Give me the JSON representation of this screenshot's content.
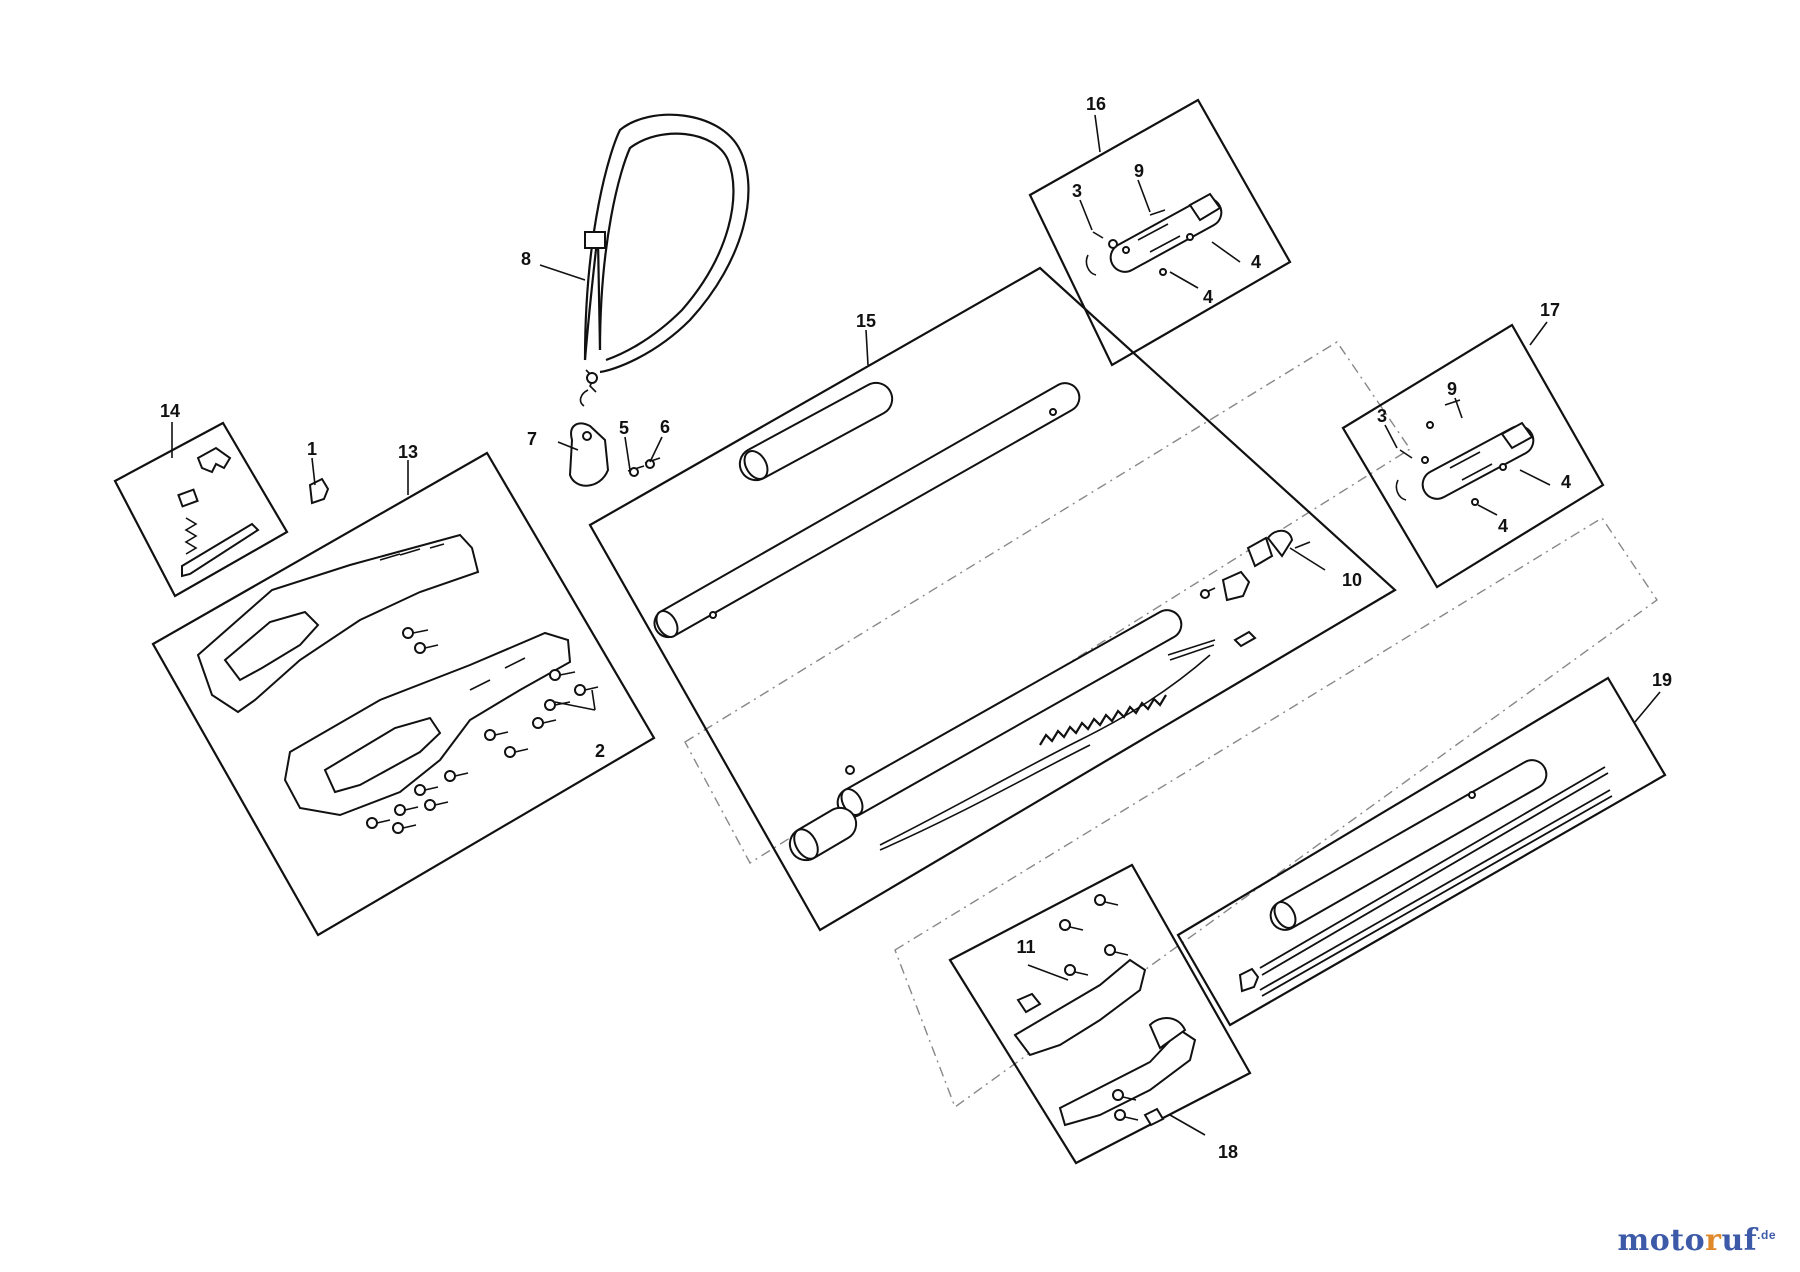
{
  "labels": {
    "l1": "1",
    "l2": "2",
    "l3a": "3",
    "l3b": "3",
    "l4a": "4",
    "l4b": "4",
    "l4c": "4",
    "l4d": "4",
    "l5": "5",
    "l6": "6",
    "l7": "7",
    "l8": "8",
    "l9a": "9",
    "l9b": "9",
    "l10": "10",
    "l11": "11",
    "l13": "13",
    "l14": "14",
    "l15": "15",
    "l16": "16",
    "l17": "17",
    "l18": "18",
    "l19": "19"
  },
  "watermark": {
    "a": "moto",
    "b": "r",
    "c": "uf",
    "suffix": ".de"
  }
}
